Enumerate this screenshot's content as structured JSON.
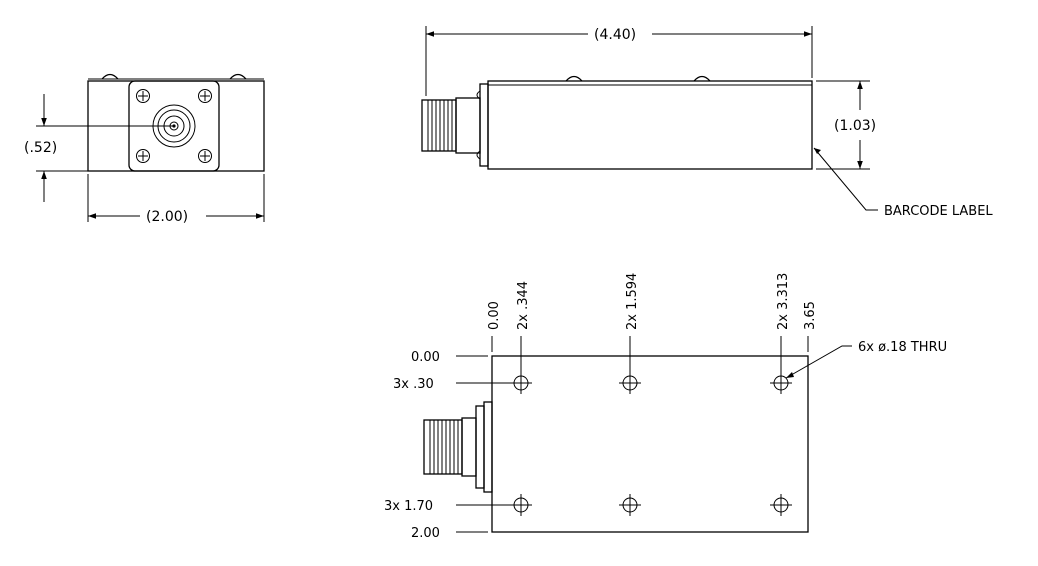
{
  "front_view": {
    "height_dim": "(.52)",
    "width_dim": "(2.00)"
  },
  "side_view": {
    "length_dim": "(4.40)",
    "height_dim": "(1.03)",
    "label_callout": "BARCODE LABEL"
  },
  "bottom_view": {
    "x_dims": [
      "0.00",
      "2x .344",
      "2x 1.594",
      "2x 3.313",
      "3.65"
    ],
    "y_dims": [
      "0.00",
      "3x .30",
      "3x 1.70",
      "2.00"
    ],
    "hole_callout": "6x ø.18 THRU"
  }
}
